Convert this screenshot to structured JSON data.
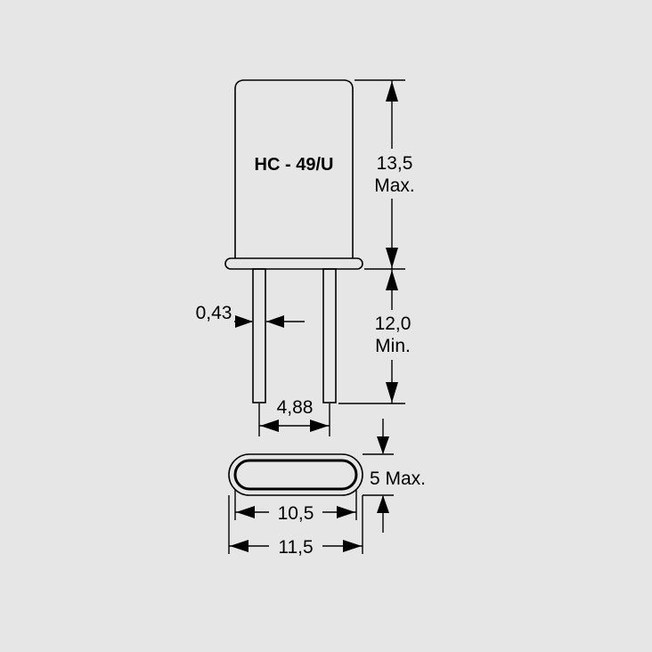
{
  "part_label": "HC - 49/U",
  "dimensions": {
    "height_value": "13,5",
    "height_note": "Max.",
    "lead_length_value": "12,0",
    "lead_length_note": "Min.",
    "lead_diameter": "0,43",
    "lead_spacing": "4,88",
    "thickness": "5 Max.",
    "inner_width": "10,5",
    "outer_width": "11,5"
  },
  "colors": {
    "background": "#e6e6e6",
    "line": "#000000"
  }
}
